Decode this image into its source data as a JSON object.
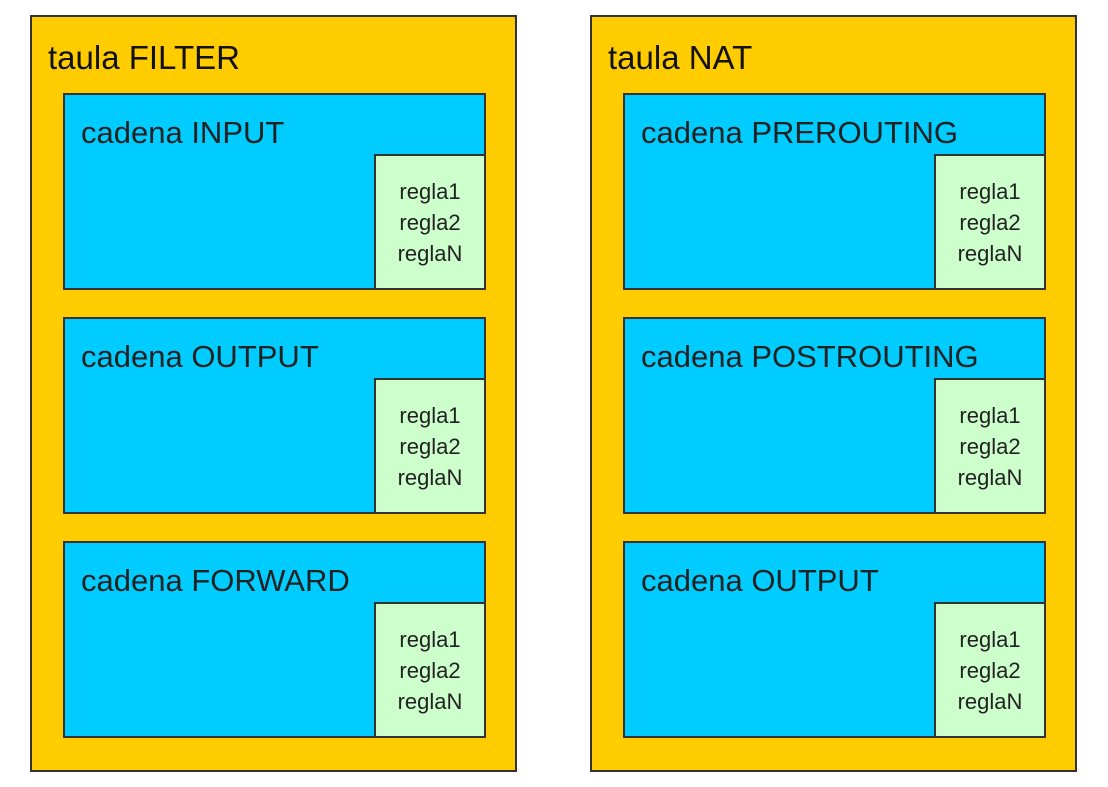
{
  "colors": {
    "table_fill": "#ffcc00",
    "chain_fill": "#00ccff",
    "rules_fill": "#ccffcc",
    "border": "#333333"
  },
  "tables": [
    {
      "title": "taula FILTER",
      "chains": [
        {
          "title": "cadena INPUT",
          "rules": [
            "regla1",
            "regla2",
            "reglaN"
          ]
        },
        {
          "title": "cadena OUTPUT",
          "rules": [
            "regla1",
            "regla2",
            "reglaN"
          ]
        },
        {
          "title": "cadena FORWARD",
          "rules": [
            "regla1",
            "regla2",
            "reglaN"
          ]
        }
      ]
    },
    {
      "title": "taula NAT",
      "chains": [
        {
          "title": "cadena PREROUTING",
          "rules": [
            "regla1",
            "regla2",
            "reglaN"
          ]
        },
        {
          "title": "cadena POSTROUTING",
          "rules": [
            "regla1",
            "regla2",
            "reglaN"
          ]
        },
        {
          "title": "cadena OUTPUT",
          "rules": [
            "regla1",
            "regla2",
            "reglaN"
          ]
        }
      ]
    }
  ]
}
